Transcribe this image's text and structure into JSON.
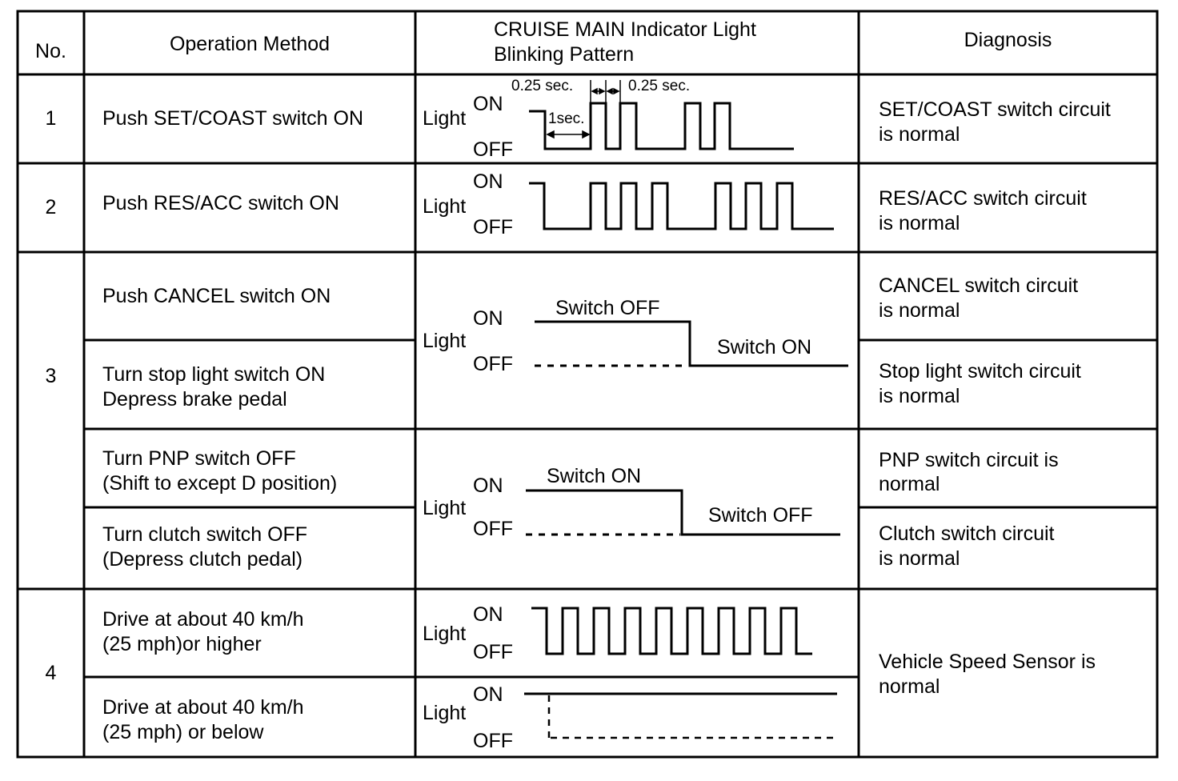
{
  "header": {
    "no": "No.",
    "operation": "Operation Method",
    "pattern": [
      "CRUISE MAIN Indicator Light",
      "Blinking Pattern"
    ],
    "diagnosis": "Diagnosis"
  },
  "signal_labels": {
    "light": "Light",
    "on": "ON",
    "off": "OFF"
  },
  "rows": [
    {
      "no": "1",
      "operation": [
        "Push SET/COAST switch ON"
      ],
      "diagnosis": [
        "SET/COAST switch circuit",
        "is normal"
      ],
      "timing": {
        "quarter_left": "0.25 sec.",
        "quarter_right": "0.25 sec.",
        "one_sec": "1sec."
      }
    },
    {
      "no": "2",
      "operation": [
        "Push RES/ACC switch ON"
      ],
      "diagnosis": [
        "RES/ACC switch circuit",
        "is normal"
      ]
    },
    {
      "no": "3",
      "group_a": {
        "ops": [
          [
            "Push CANCEL switch ON"
          ],
          [
            "Turn stop light switch ON",
            "Depress brake pedal"
          ]
        ],
        "diag": [
          [
            "CANCEL switch circuit",
            "is normal"
          ],
          [
            "Stop light switch circuit",
            "is normal"
          ]
        ],
        "pattern": {
          "before": "Switch OFF",
          "after": "Switch ON"
        }
      },
      "group_b": {
        "ops": [
          [
            "Turn PNP switch OFF",
            "(Shift to except D position)"
          ],
          [
            "Turn clutch switch OFF",
            "(Depress clutch pedal)"
          ]
        ],
        "diag": [
          [
            "PNP switch circuit is",
            "normal"
          ],
          [
            "Clutch switch circuit",
            "is normal"
          ]
        ],
        "pattern": {
          "before": "Switch ON",
          "after": "Switch OFF"
        }
      }
    },
    {
      "no": "4",
      "ops": [
        [
          "Drive at about 40 km/h",
          "(25 mph)or higher"
        ],
        [
          "Drive at about 40 km/h",
          "(25 mph) or below"
        ]
      ],
      "diagnosis": [
        "Vehicle Speed Sensor is",
        "normal"
      ]
    }
  ]
}
